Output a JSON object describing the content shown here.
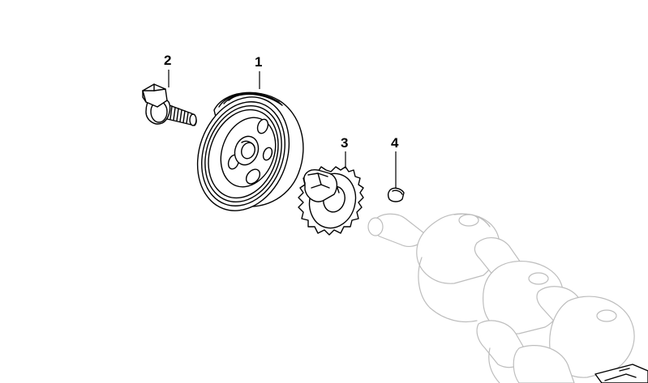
{
  "callouts": {
    "pulley": "1",
    "bolt": "2",
    "sprocket": "3",
    "key": "4"
  },
  "colors": {
    "line": "#000000",
    "ghost_line": "#bdbdbd",
    "background": "#ffffff"
  }
}
